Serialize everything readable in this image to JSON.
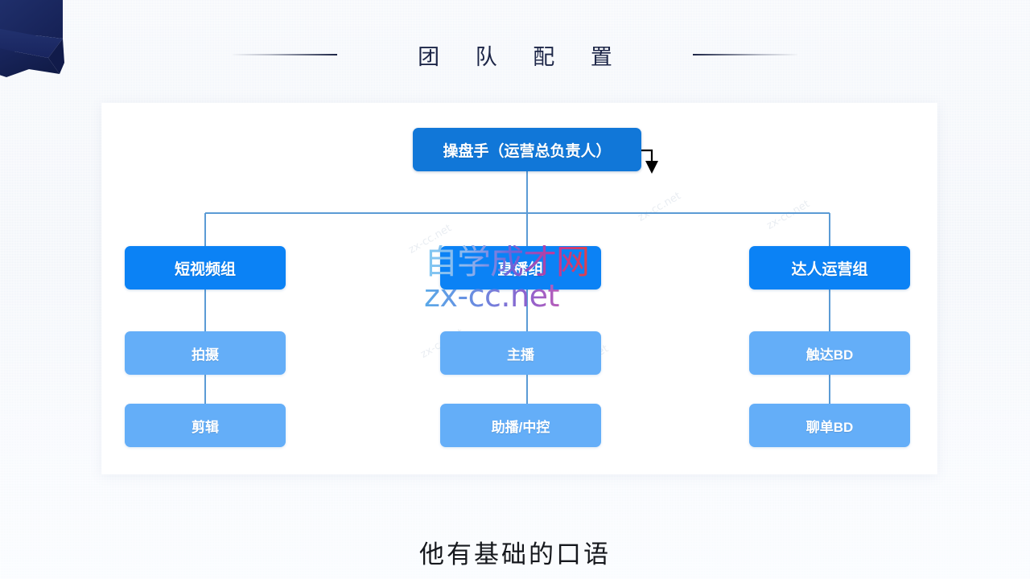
{
  "header": {
    "title": "团  队  配  置",
    "rule_left": "divider-line-left",
    "rule_right": "divider-line-right"
  },
  "decoration": {
    "corner_ribbon": "origami-ribbon",
    "corner_ribbon_color": "#17275e"
  },
  "colors": {
    "background": "#eef2f8",
    "card": "#ffffff",
    "root_node": "#1177d8",
    "group_node": "#0b82f5",
    "leaf_node": "#64aef8",
    "connector": "#5b9bd5",
    "arrow": "#000000",
    "title_text": "#1c2547"
  },
  "chart_data": {
    "type": "diagram",
    "title": "团  队  配  置",
    "root": {
      "label": "操盘手（运营总负责人）",
      "level": "root"
    },
    "branches": [
      {
        "label": "短视频组",
        "level": "group",
        "children": [
          {
            "label": "拍摄",
            "level": "leaf"
          },
          {
            "label": "剪辑",
            "level": "leaf"
          }
        ]
      },
      {
        "label": "直播组",
        "level": "group",
        "children": [
          {
            "label": "主播",
            "level": "leaf"
          },
          {
            "label": "助播/中控",
            "level": "leaf"
          }
        ]
      },
      {
        "label": "达人运营组",
        "level": "group",
        "children": [
          {
            "label": "触达BD",
            "level": "leaf"
          },
          {
            "label": "聊单BD",
            "level": "leaf"
          }
        ]
      }
    ]
  },
  "watermark": {
    "brand": "自学成才网",
    "url": "zx-cc.net",
    "ghost": "zx-cc.net"
  },
  "caption": {
    "text": "他有基础的口语"
  }
}
